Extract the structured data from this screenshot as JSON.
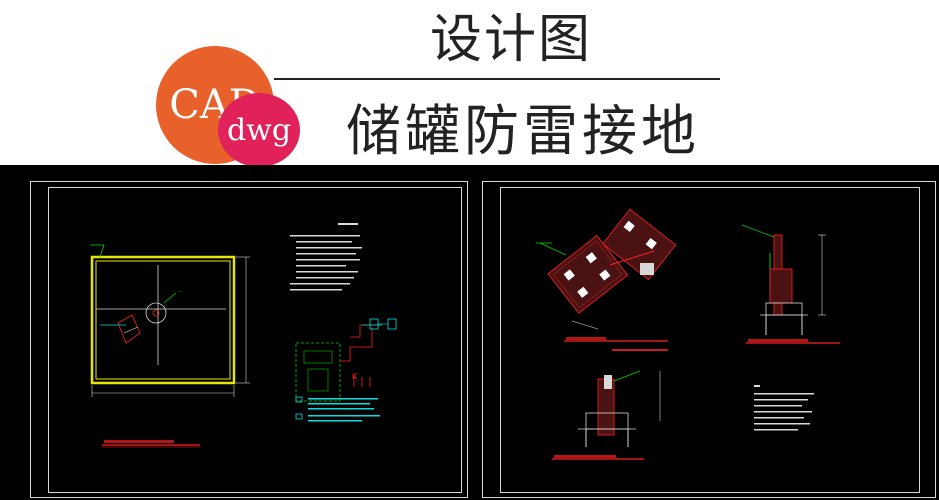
{
  "header": {
    "title_top": "设计图",
    "title_main": "储罐防雷接地"
  },
  "badges": {
    "cad": "CAD",
    "dwg": "dwg"
  },
  "colors": {
    "background": "#000000",
    "frame": "#d8d8d8",
    "cad_badge": "#e8602a",
    "dwg_badge": "#e0215a",
    "cad_yellow": "#e6e600",
    "cad_red": "#ff2020",
    "cad_green": "#00d000",
    "cad_cyan": "#00e0e0"
  },
  "drawing_right": {
    "label_k": "K"
  }
}
